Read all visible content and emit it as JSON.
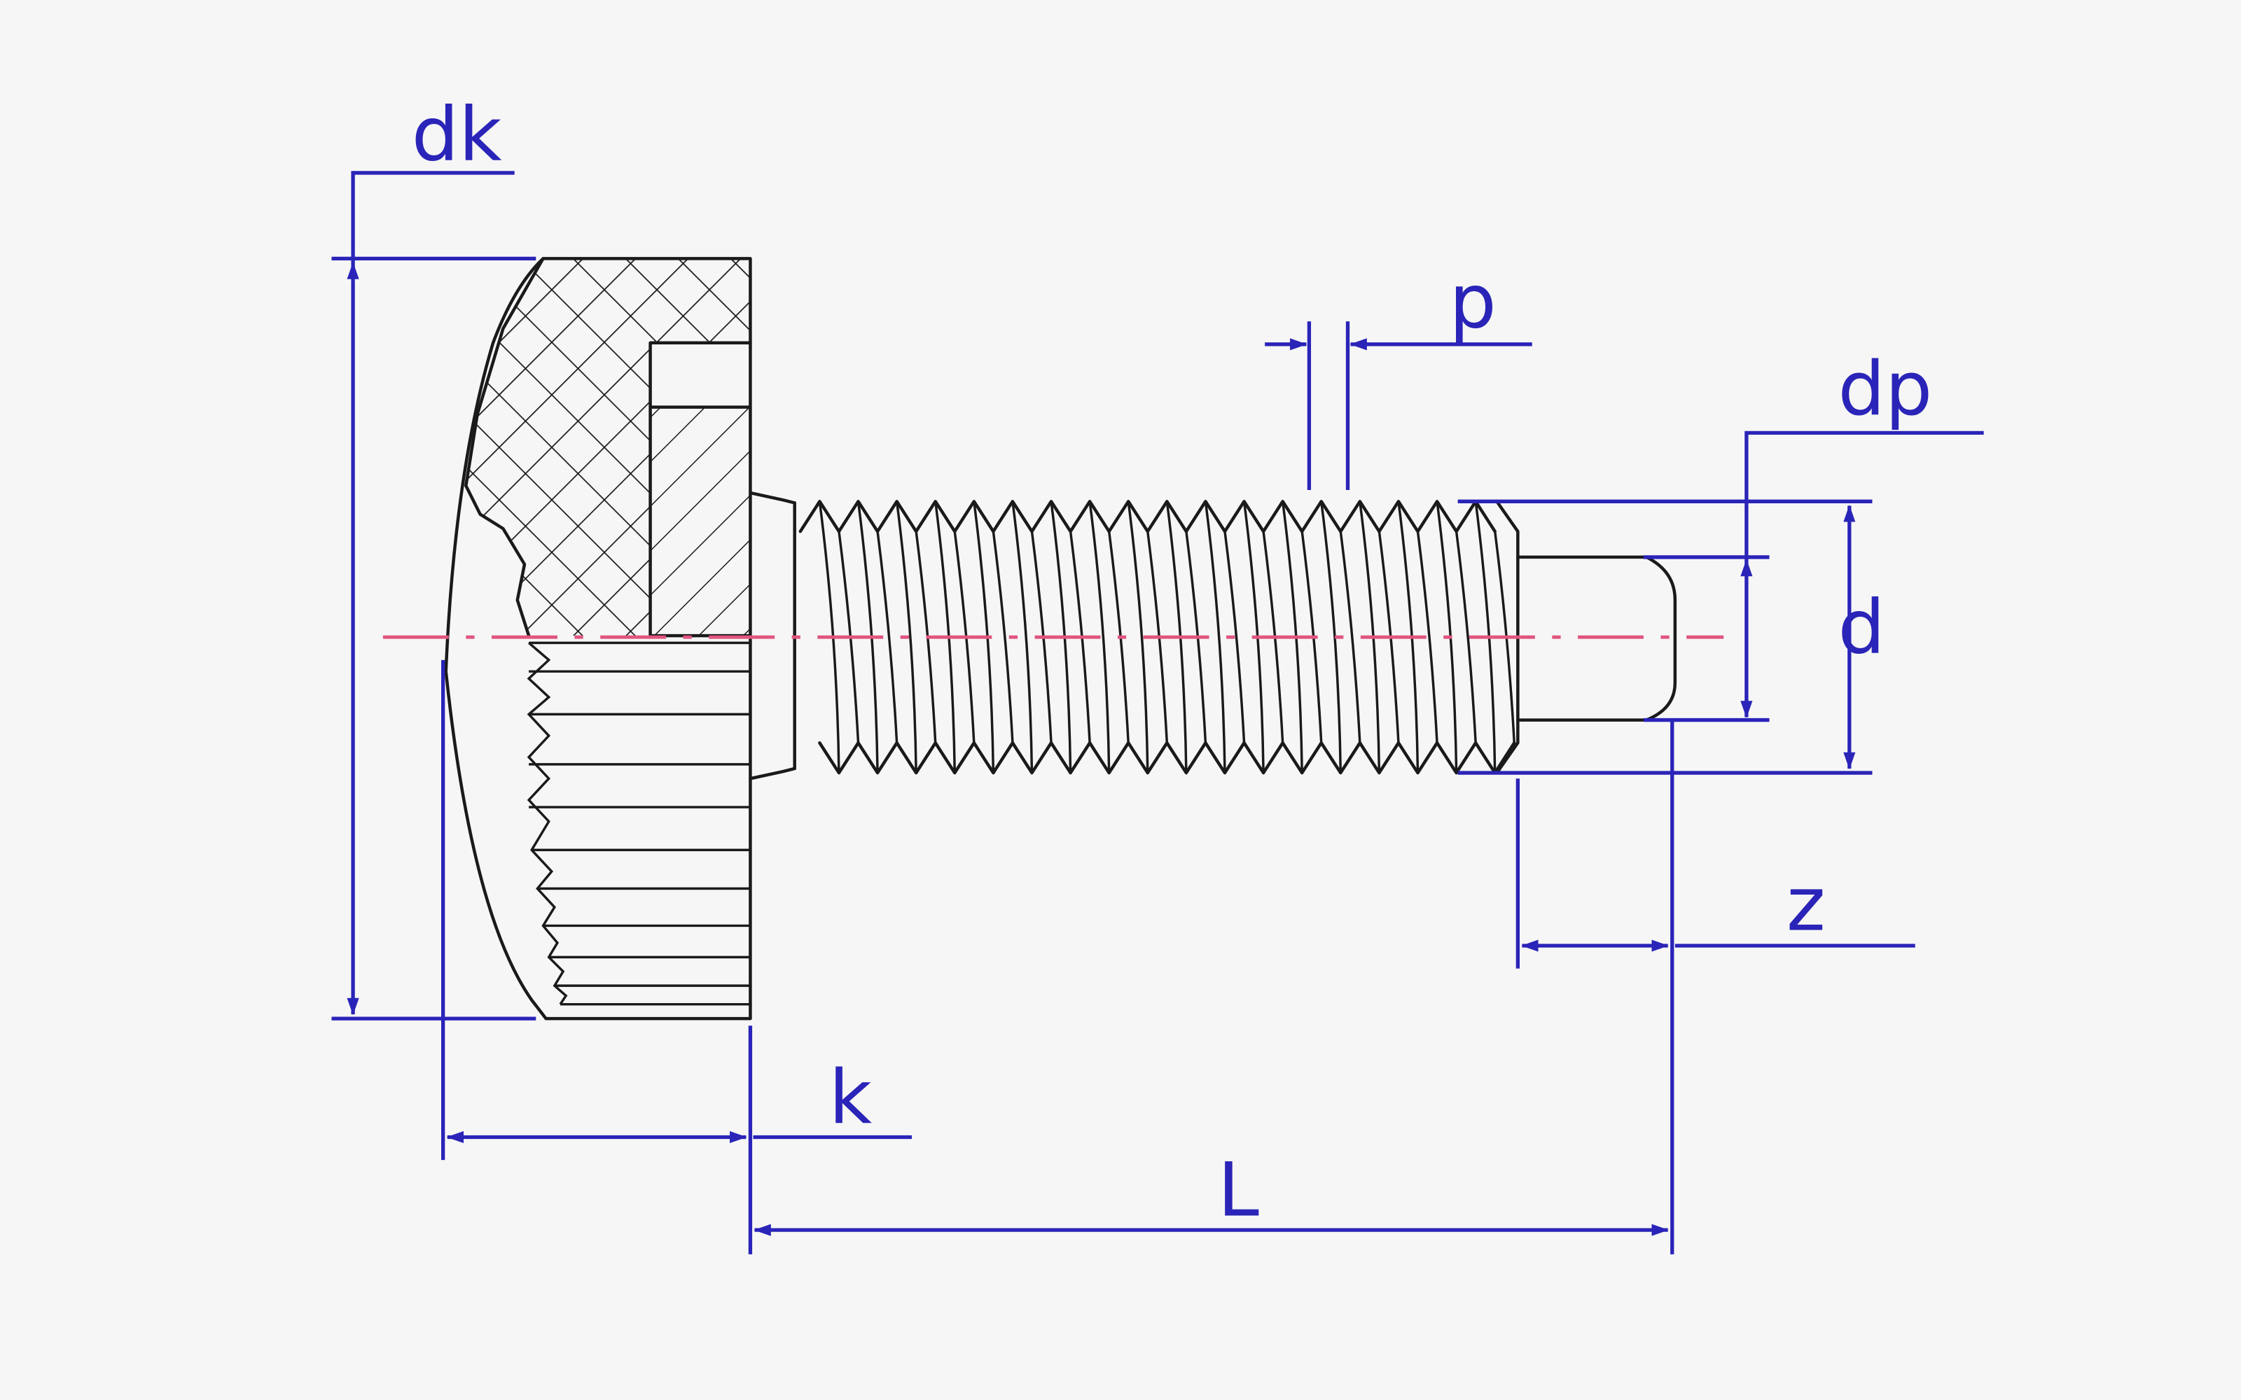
{
  "labels": {
    "dk": "dk",
    "p": "p",
    "dp": "dp",
    "d": "d",
    "z": "z",
    "k": "k",
    "L": "L"
  },
  "colors": {
    "dimension": "#2a24b8",
    "centerline": "#e0557e",
    "outline": "#1a1a1a",
    "background": "#f6f6f6"
  }
}
